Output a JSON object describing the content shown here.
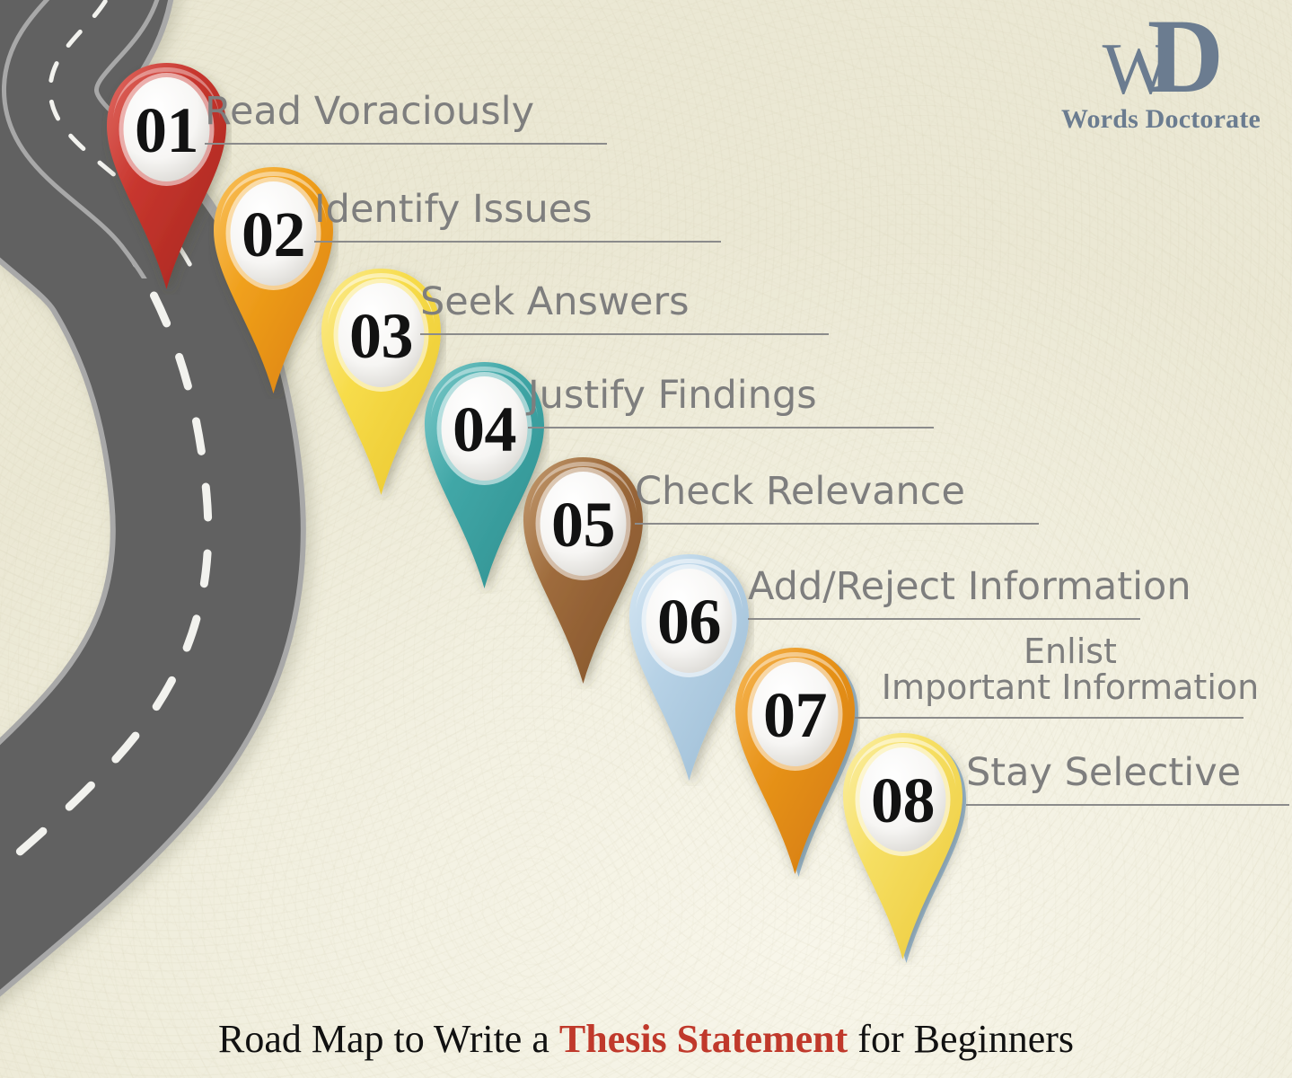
{
  "title": {
    "prefix": "Road Map to Write a ",
    "highlight": "Thesis Statement",
    "suffix": " for Beginners",
    "highlight_color": "#c0392b"
  },
  "logo": {
    "monogram_w": "W",
    "monogram_d": "D",
    "name": "Words Doctorate",
    "color": "#6b7c90"
  },
  "background": {
    "color": "#f3f1e2",
    "road_color": "#616161",
    "road_edge_color": "#a8a8a8",
    "road_dash_color": "#f2f2ee"
  },
  "label_color": "#7e7e7e",
  "steps": [
    {
      "number": "01",
      "label": "Read Voraciously",
      "label_line2": "",
      "color": "#c8372f",
      "color_dark": "#a5241d",
      "color_light": "#e06a62"
    },
    {
      "number": "02",
      "label": "Identify Issues",
      "label_line2": "",
      "color": "#f0a01c",
      "color_dark": "#da7f0b",
      "color_light": "#f9c260"
    },
    {
      "number": "03",
      "label": "Seek Answers",
      "label_line2": "",
      "color": "#f7dc4a",
      "color_dark": "#e9c52c",
      "color_light": "#fbeb92"
    },
    {
      "number": "04",
      "label": "Justify Findings",
      "label_line2": "",
      "color": "#41a7a7",
      "color_dark": "#2e8f8f",
      "color_light": "#7fcaca"
    },
    {
      "number": "05",
      "label": "Check Relevance",
      "label_line2": "",
      "color": "#9e6b3c",
      "color_dark": "#82522a",
      "color_light": "#c39b70"
    },
    {
      "number": "06",
      "label": "Add/Reject Information",
      "label_line2": "",
      "color": "#b7d2e6",
      "color_dark": "#9cbcd4",
      "color_light": "#d6e7f3"
    },
    {
      "number": "07",
      "label": "Enlist",
      "label_line2": "Important Information",
      "color": "#e8941b",
      "color_dark": "#d2780a",
      "color_light": "#f5b košice"
    },
    {
      "number": "08",
      "label": "Stay Selective",
      "label_line2": "",
      "color": "#f6df63",
      "color_dark": "#ecc93a",
      "color_light": "#fbefa6"
    }
  ]
}
